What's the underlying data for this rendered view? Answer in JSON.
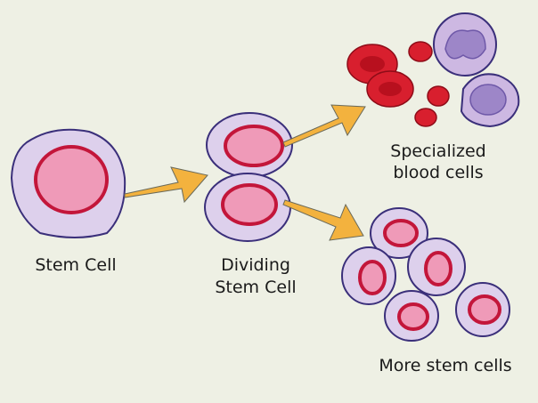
{
  "labels": {
    "stem_cell": "Stem Cell",
    "dividing_line1": "Dividing",
    "dividing_line2": "Stem Cell",
    "specialized_line1": "Specialized",
    "specialized_line2": "blood cells",
    "more_stem_cells": "More stem cells"
  },
  "colors": {
    "background": "#eef0e4",
    "arrow": "#f3b23e",
    "nucleus_border": "#c3163a",
    "red_blood_cell": "#d81f2e",
    "cell_membrane": "#3a2f7a"
  }
}
